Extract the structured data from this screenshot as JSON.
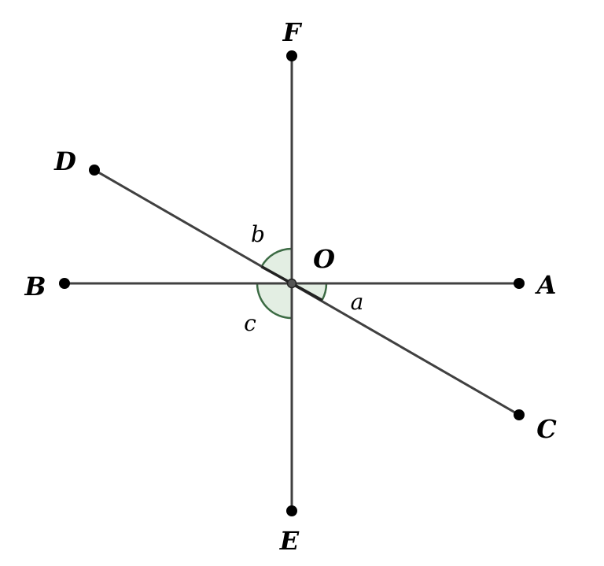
{
  "points": {
    "O": "O",
    "A": "A",
    "B": "B",
    "C": "C",
    "D": "D",
    "E": "E",
    "F": "F"
  },
  "angles": {
    "a": "a",
    "b": "b",
    "c": "c"
  },
  "colors": {
    "line": "#404040",
    "point": "#000000",
    "center_point": "#555555",
    "angle_fill": "#e3eee3",
    "angle_stroke": "#3c6b44"
  }
}
